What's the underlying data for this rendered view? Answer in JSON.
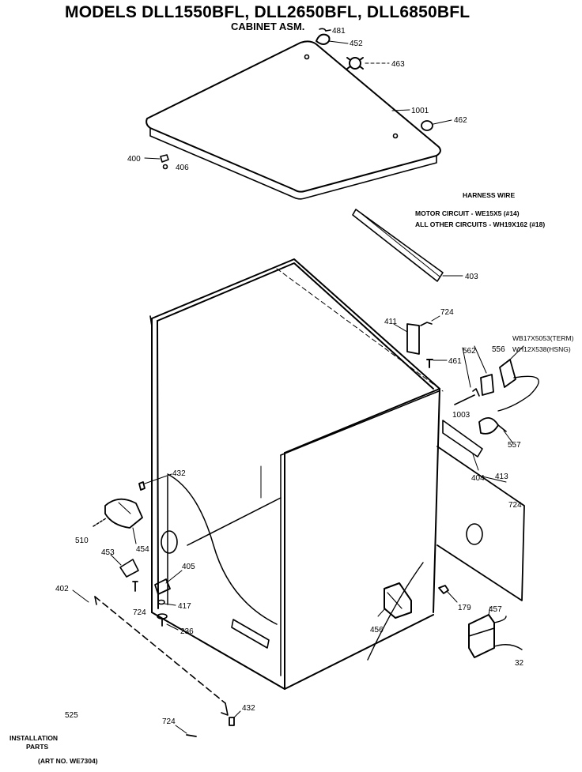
{
  "header": {
    "title": "MODELS DLL1550BFL, DLL2650BFL, DLL6850BFL",
    "subtitle": "CABINET ASM."
  },
  "harness": {
    "heading": "HARNESS WIRE",
    "motor": "MOTOR CIRCUIT - WE15X5 (#14)",
    "other": "ALL OTHER CIRCUITS - WH19X162 (#18)"
  },
  "terminal_notes": {
    "term": "WB17X5053(TERM)",
    "hsng": "WH12X538(HSNG)"
  },
  "footer": {
    "install_1": "INSTALLATION",
    "install_2": "PARTS",
    "art_no": "(ART NO. WE7304)"
  },
  "labels": {
    "p481": "481",
    "p452": "452",
    "p463": "463",
    "p1001": "1001",
    "p462": "462",
    "p400": "400",
    "p406": "406",
    "p403": "403",
    "p724a": "724",
    "p411": "411",
    "p461": "461",
    "p562": "562",
    "p556": "556",
    "p557": "557",
    "p1003": "1003",
    "p404": "404",
    "p413": "413",
    "p724b": "724",
    "p432a": "432",
    "p510": "510",
    "p454": "454",
    "p453": "453",
    "p724c": "724",
    "p405": "405",
    "p417": "417",
    "p236": "236",
    "p402": "402",
    "p456": "456",
    "p179": "179",
    "p457": "457",
    "p32": "32",
    "p525": "525",
    "p724d": "724",
    "p432b": "432"
  }
}
